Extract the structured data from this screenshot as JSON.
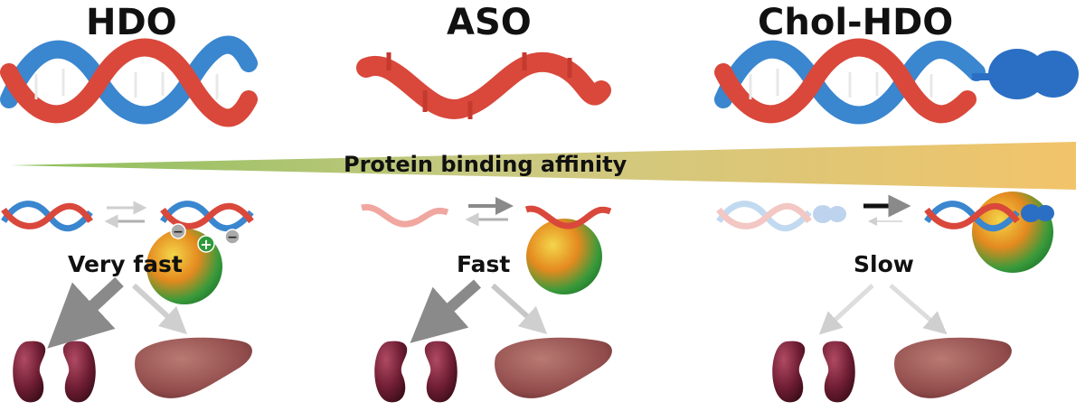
{
  "titles": {
    "hdo": "HDO",
    "aso": "ASO",
    "chol_hdo": "Chol-HDO"
  },
  "gradient_label": "Protein binding affinity",
  "speeds": {
    "very_fast": "Very fast",
    "fast": "Fast",
    "slow": "Slow"
  },
  "charges": {
    "minus": "−",
    "plus": "+"
  },
  "colors": {
    "strand_red": "#d9483b",
    "strand_blue": "#3a86cf",
    "cholesterol_blue": "#2a6fc4",
    "gradient_start": "#7fb84a",
    "gradient_end": "#f2c46a",
    "kidney": "#6e1d33",
    "liver": "#8f4a4a",
    "arrow_strong": "#8a8a8a",
    "arrow_weak": "#cfcfcf"
  }
}
